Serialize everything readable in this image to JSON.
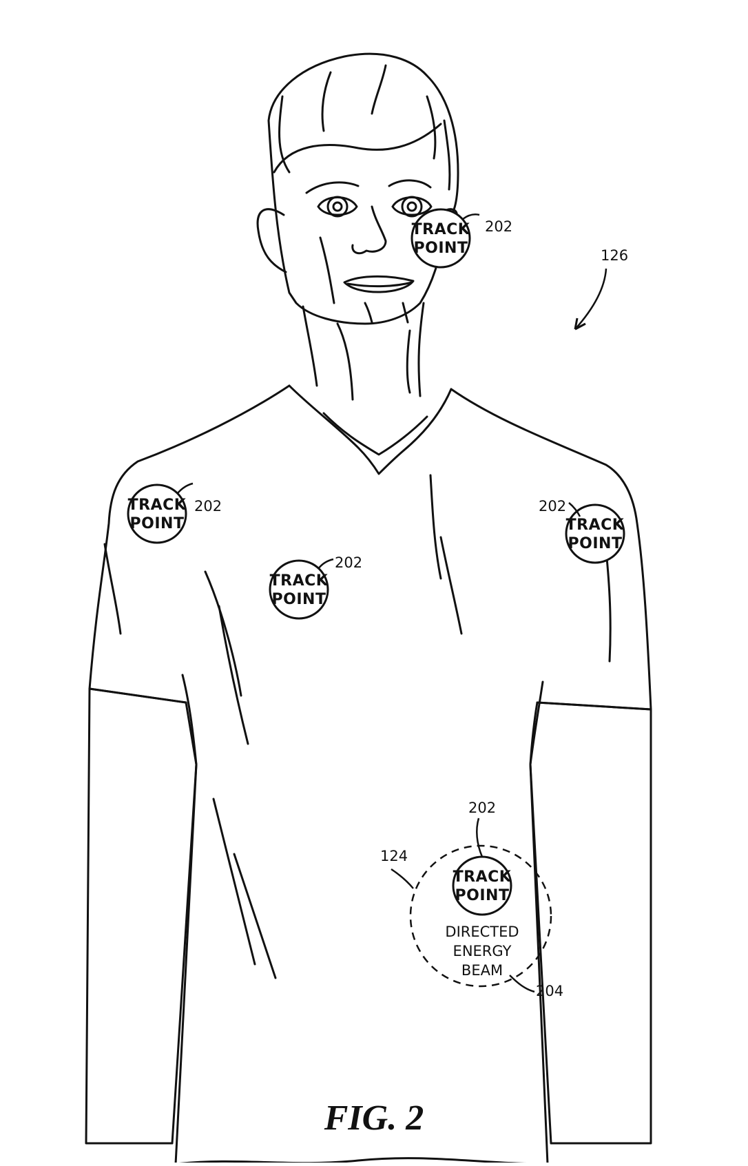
{
  "figure": {
    "caption": "FIG. 2",
    "reference_126": "126",
    "reference_124": "124",
    "reference_204": "204"
  },
  "track_points": [
    {
      "line1": "TRACK",
      "line2": "POINT",
      "ref": "202"
    },
    {
      "line1": "TRACK",
      "line2": "POINT",
      "ref": "202"
    },
    {
      "line1": "TRACK",
      "line2": "POINT",
      "ref": "202"
    },
    {
      "line1": "TRACK",
      "line2": "POINT",
      "ref": "202"
    },
    {
      "line1": "TRACK",
      "line2": "POINT",
      "ref": "202"
    }
  ],
  "beam": {
    "line1": "DIRECTED",
    "line2": "ENERGY",
    "line3": "BEAM"
  }
}
